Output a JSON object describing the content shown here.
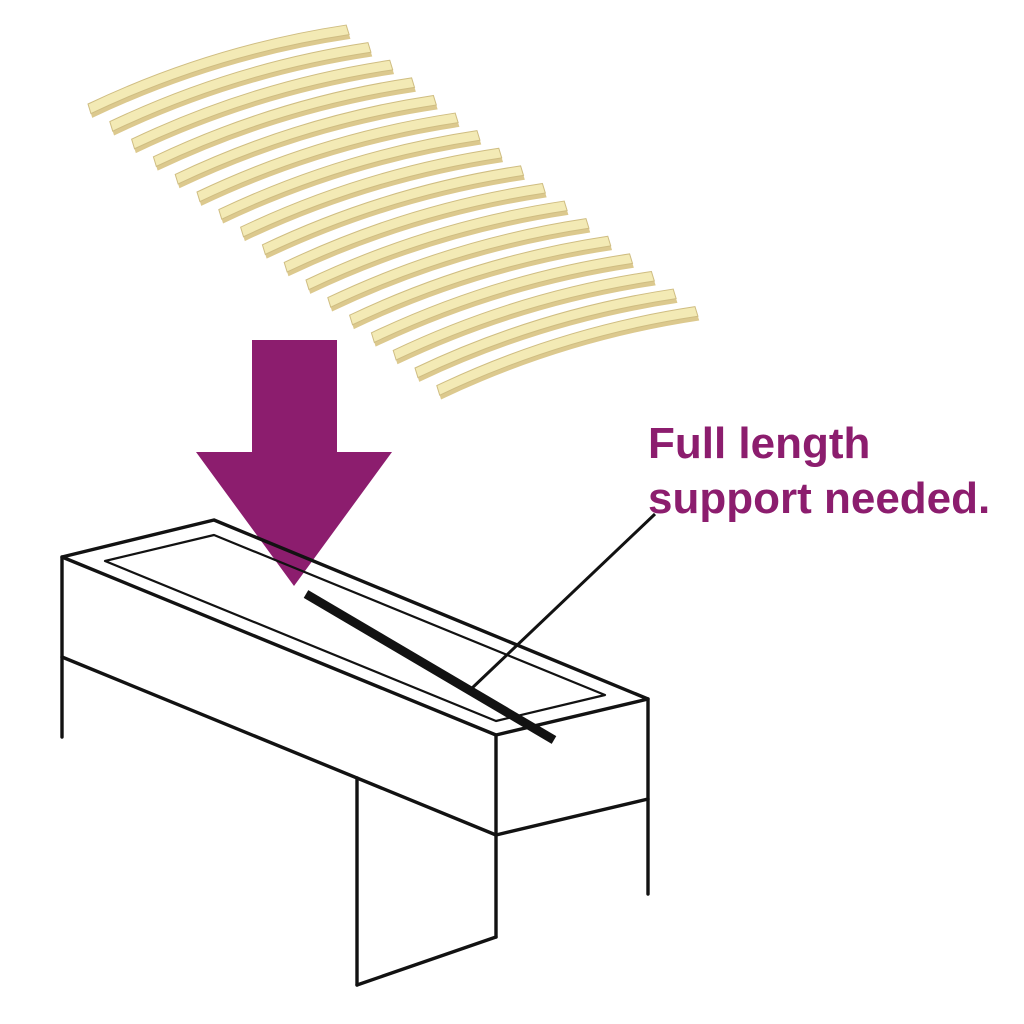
{
  "annotation": {
    "line1": "Full length",
    "line2": "support needed."
  },
  "colors": {
    "background": "#ffffff",
    "accent": "#8c1d6e",
    "outline": "#121212",
    "slat_top": "#f3eab5",
    "slat_edge": "#dcc98e",
    "slat_stroke": "#cfbd82"
  },
  "diagram": {
    "slat_count": 17
  }
}
